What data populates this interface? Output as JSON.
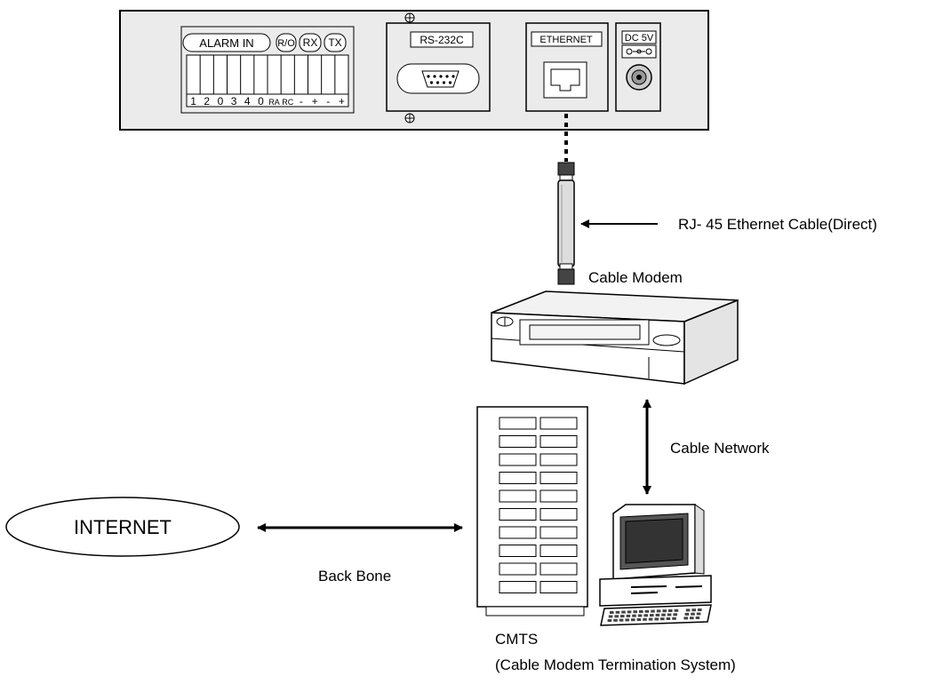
{
  "device_panel": {
    "alarm_in": "ALARM IN",
    "ro": "R/O",
    "rx": "RX",
    "tx": "TX",
    "terminals": [
      "1",
      "2",
      "0",
      "3",
      "4",
      "0",
      "RA",
      "RC",
      "-",
      "+",
      "-",
      "+"
    ],
    "rs232c": "RS-232C",
    "ethernet": "ETHERNET",
    "dc5v": "DC 5V"
  },
  "labels": {
    "cable": "RJ- 45 Ethernet Cable(Direct)",
    "cable_modem": "Cable Modem",
    "cable_network": "Cable Network",
    "internet": "INTERNET",
    "back_bone": "Back Bone",
    "cmts": "CMTS",
    "cmts_full": "(Cable Modem Termination System)"
  }
}
